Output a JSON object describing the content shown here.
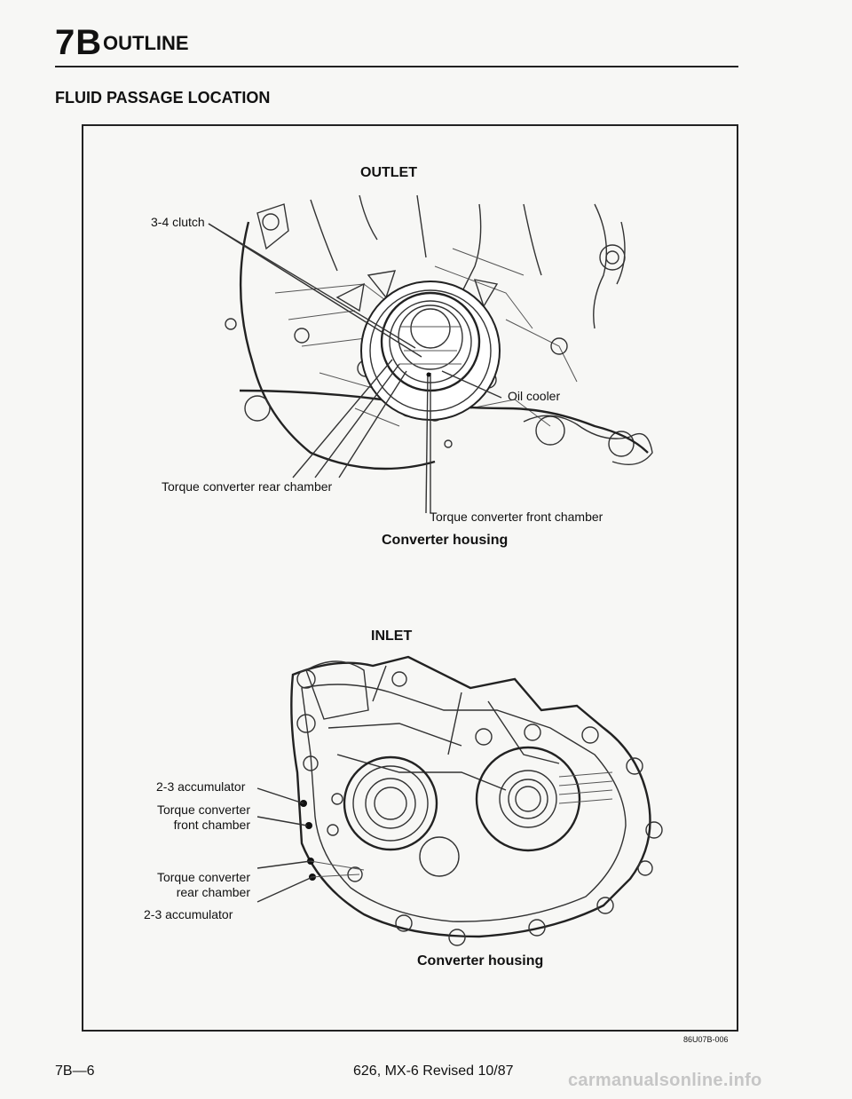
{
  "header": {
    "section_code": "7B",
    "section_title": "OUTLINE"
  },
  "page_title": "FLUID PASSAGE LOCATION",
  "figure_top": {
    "heading": "OUTLET",
    "caption": "Converter housing",
    "labels": {
      "clutch_34": "3-4 clutch",
      "oil_cooler": "Oil cooler",
      "tc_rear": "Torque converter rear chamber",
      "tc_front": "Torque converter front chamber"
    }
  },
  "figure_bottom": {
    "heading": "INLET",
    "caption": "Converter housing",
    "labels": {
      "acc_23_top": "2-3 accumulator",
      "tc_front_l1": "Torque converter",
      "tc_front_l2": "front chamber",
      "tc_rear_l1": "Torque converter",
      "tc_rear_l2": "rear chamber",
      "acc_23_bottom": "2-3 accumulator"
    }
  },
  "figure_id": "86U07B-006",
  "footer": {
    "page_number": "7B—6",
    "revision": "626, MX-6 Revised 10/87",
    "watermark": "carmanualsonline.info"
  }
}
